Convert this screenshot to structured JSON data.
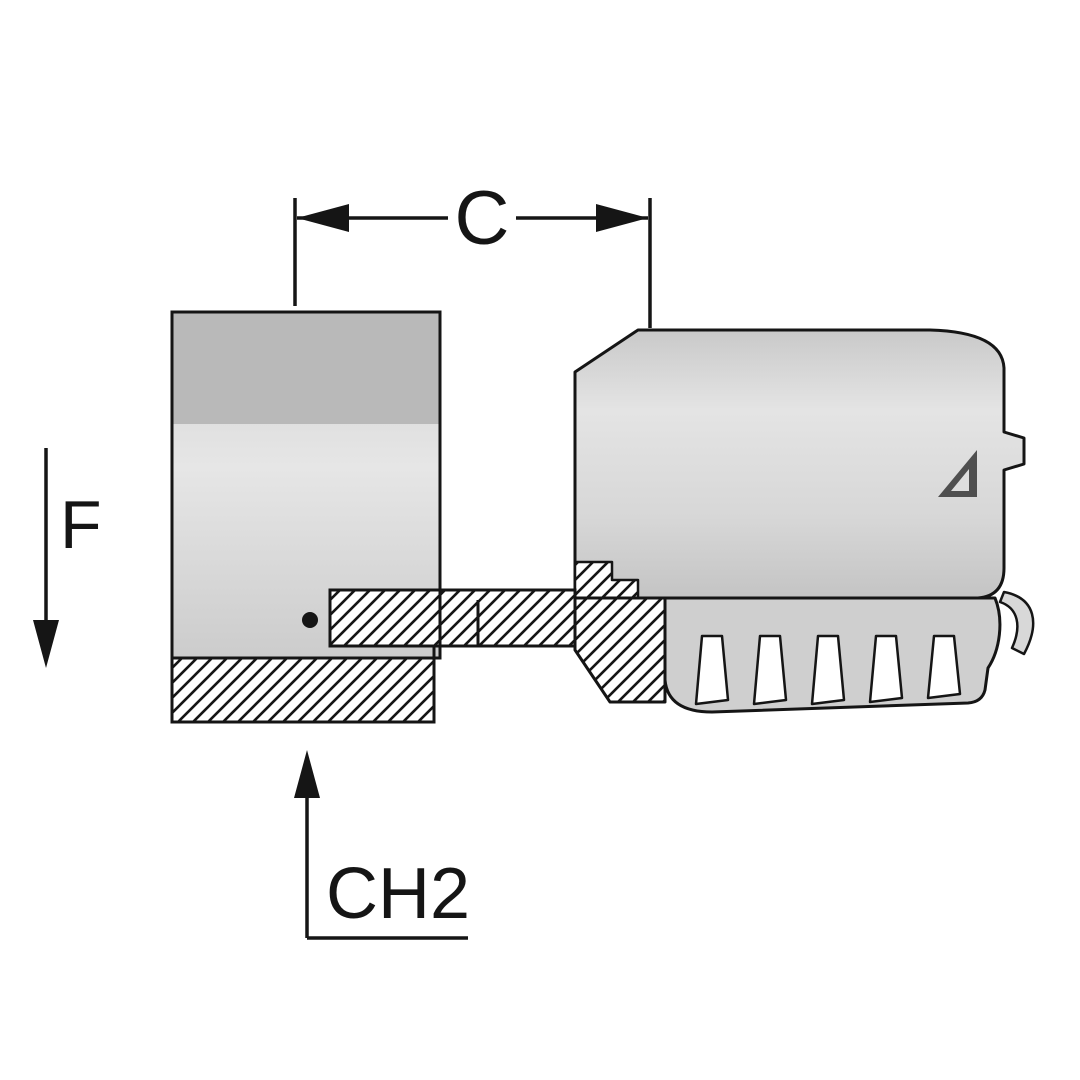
{
  "page": {
    "type": "technical-drawing",
    "description": "Cross-section dimension drawing of a female swivel hose fitting with crimp ferrule"
  },
  "labels": {
    "c": "C",
    "f": "F",
    "ch2": "CH2"
  },
  "colors": {
    "line": "#151515",
    "body_light": "#e4e4e4",
    "body_mid": "#d3d3d3",
    "body_dark": "#b9b9b9",
    "logo_dark": "#4f4f4f",
    "background": "#ffffff"
  },
  "icons": {
    "arrow_left": "dimension-arrow-left",
    "arrow_right": "dimension-arrow-right",
    "arrow_down": "dimension-arrow-down",
    "arrow_up": "dimension-arrow-up",
    "logo": "manufacturer-logo-triangle"
  }
}
